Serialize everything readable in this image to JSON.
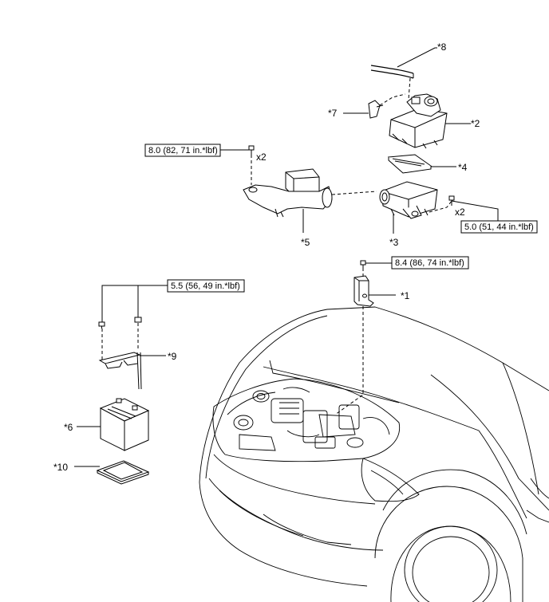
{
  "callouts": {
    "p1": "*1",
    "p2": "*2",
    "p3": "*3",
    "p4": "*4",
    "p5": "*5",
    "p6": "*6",
    "p7": "*7",
    "p8": "*8",
    "p9": "*9",
    "p10": "*10"
  },
  "torques": {
    "t_air_duct": "8.0 (82, 71 in.*lbf)",
    "t_case": "5.0 (51, 44 in.*lbf)",
    "t_bracket": "8.4 (86, 74 in.*lbf)",
    "t_clamp": "5.5 (56, 49 in.*lbf)"
  },
  "quantities": {
    "q_air_duct": "x2",
    "q_case": "x2"
  }
}
